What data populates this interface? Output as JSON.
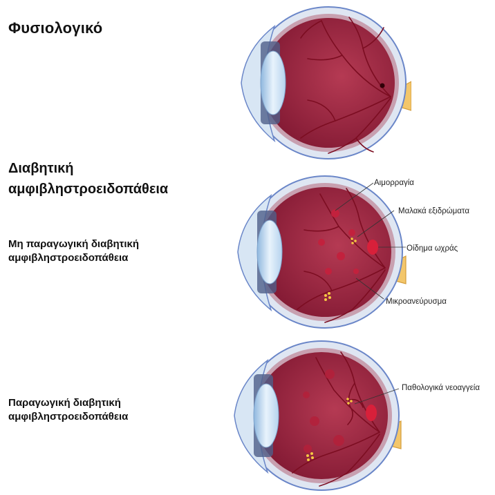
{
  "titles": {
    "normal": "Φυσιολογικό",
    "dr_line1": "Διαβητική",
    "dr_line2": "αμφιβληστροειδοπάθεια",
    "npdr_line1": "Μη παραγωγική διαβητική",
    "npdr_line2": "αμφιβληστροειδοπάθεια",
    "pdr_line1": "Παραγωγική διαβητική",
    "pdr_line2": "αμφιβληστροειδοπάθεια"
  },
  "labels": {
    "hemorrhage": "Αιμορραγία",
    "soft_exudates": "Μαλακά εξιδρώματα",
    "macular_edema": "Οίδημα ωχράς",
    "microaneurysm": "Μικροανεύρυσμα",
    "neovessels": "Παθολογικά νεοαγγεία"
  },
  "colors": {
    "retina": "#a0263f",
    "vessel": "#7c0d21",
    "sclera": "#dfe6f2",
    "outline": "#6a86c8",
    "lens": "#cfe3f5",
    "optic_nerve": "#f3c66a",
    "exudate": "#f5c842",
    "hemorrhage_spot": "#d8203a"
  }
}
